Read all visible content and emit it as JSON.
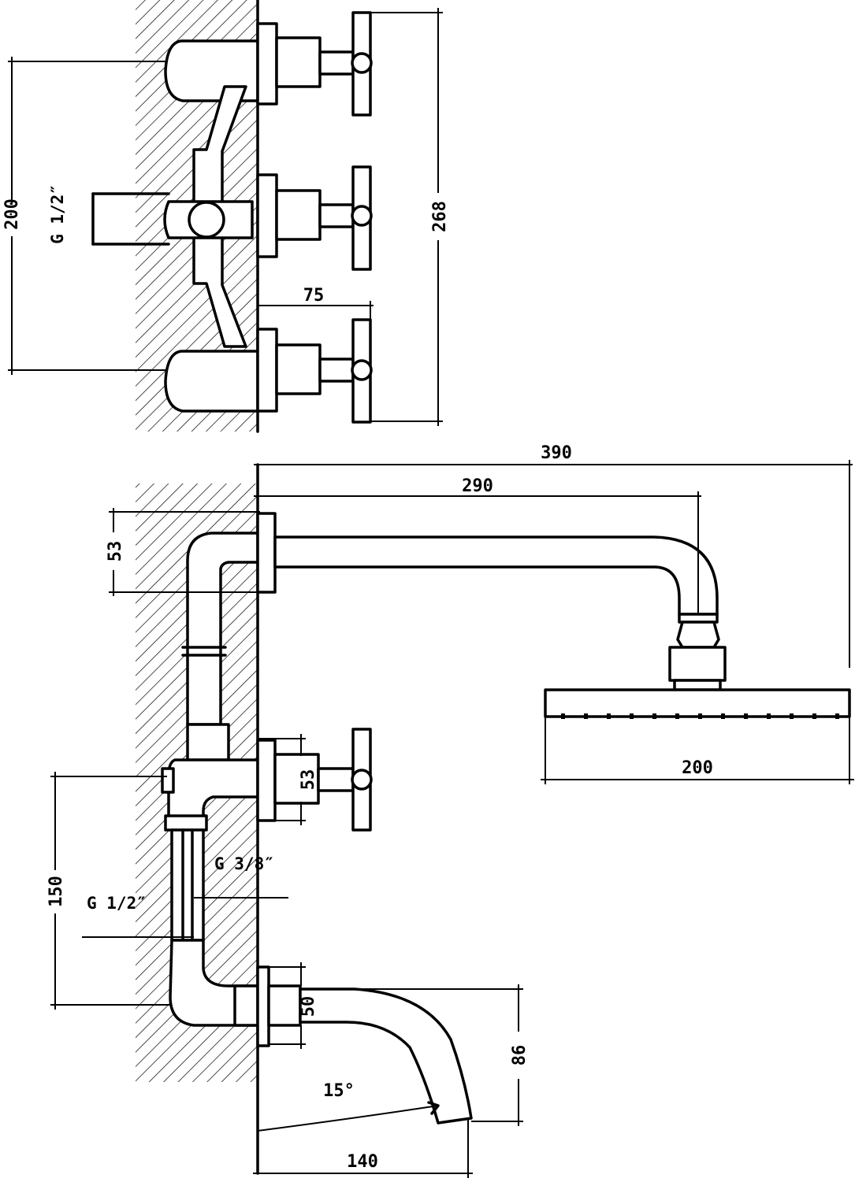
{
  "top_view": {
    "dimensions": {
      "height_center_to_center": "200",
      "overall_height": "268",
      "handle_projection": "75"
    },
    "labels": {
      "inlet_thread": "G 1/2″"
    }
  },
  "bottom_view": {
    "dimensions": {
      "arm_total_projection": "390",
      "arm_to_head_center": "290",
      "upper_flange_height": "53",
      "valve_flange_height": "53",
      "shower_head_width": "200",
      "inlet_spacing": "150",
      "spout_flange_height": "50",
      "spout_drop": "86",
      "spout_projection": "140",
      "spout_angle": "15°"
    },
    "labels": {
      "hose_thread": "G 3/8″",
      "inlet_thread": "G 1/2″"
    }
  }
}
